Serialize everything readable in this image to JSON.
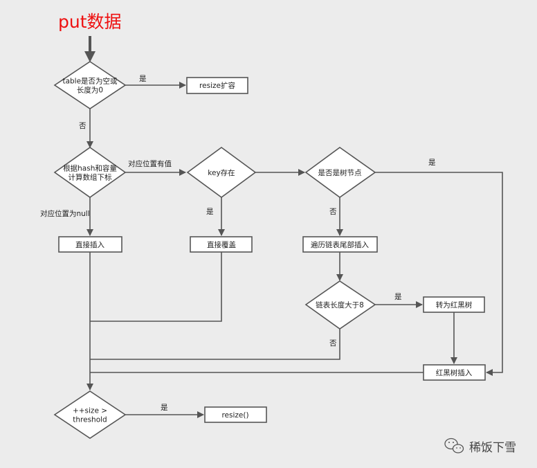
{
  "title": "put数据",
  "nodes": {
    "table_empty": "table是否为空或\n长度为0",
    "resize_expand": "resize扩容",
    "calc_index": "根据hash和容量\n计算数组下标",
    "key_exists": "key存在",
    "is_tree_node": "是否是树节点",
    "direct_insert": "直接插入",
    "direct_overwrite": "直接覆盖",
    "list_tail_insert": "遍历链表尾部插入",
    "list_len_gt8": "链表长度大于8",
    "to_rbtree": "转为红黑树",
    "rbtree_insert": "红黑树插入",
    "size_gt_threshold": "++size >\nthreshold",
    "resize_call": "resize()"
  },
  "edge_labels": {
    "table_yes": "是",
    "table_no": "否",
    "slot_has_value": "对应位置有值",
    "slot_null": "对应位置为null",
    "key_yes": "是",
    "tree_yes": "是",
    "tree_no": "否",
    "len_yes": "是",
    "len_no": "否",
    "size_yes": "是"
  },
  "watermark": "稀饭下雪",
  "colors": {
    "background": "#ececec",
    "stroke": "#555555",
    "node_fill": "#ffffff",
    "title": "#ee1111"
  }
}
